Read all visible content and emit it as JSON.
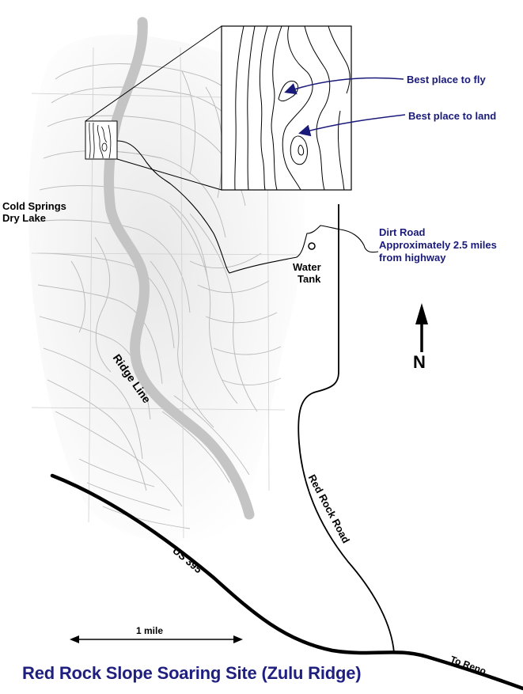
{
  "title": "Red Rock Slope Soaring Site (Zulu Ridge)",
  "labels": {
    "cold_springs_line1": "Cold Springs",
    "cold_springs_line2": "Dry Lake",
    "best_fly": "Best place to fly",
    "best_land": "Best place to land",
    "dirt_road_line1": "Dirt Road",
    "dirt_road_line2": "Approximately 2.5 miles",
    "dirt_road_line3": "from highway",
    "water_tank_line1": "Water",
    "water_tank_line2": "Tank",
    "ridge_line": "Ridge Line",
    "red_rock_road": "Red Rock Road",
    "us_395": "US 395",
    "to_reno": "To Reno",
    "north": "N",
    "scale": "1 mile"
  },
  "colors": {
    "title": "#1f1f80",
    "annotation_blue": "#1a1a7a",
    "ridge": "#c4c4c4",
    "topo_lines": "#b8b8b8",
    "roads": "#000000"
  }
}
